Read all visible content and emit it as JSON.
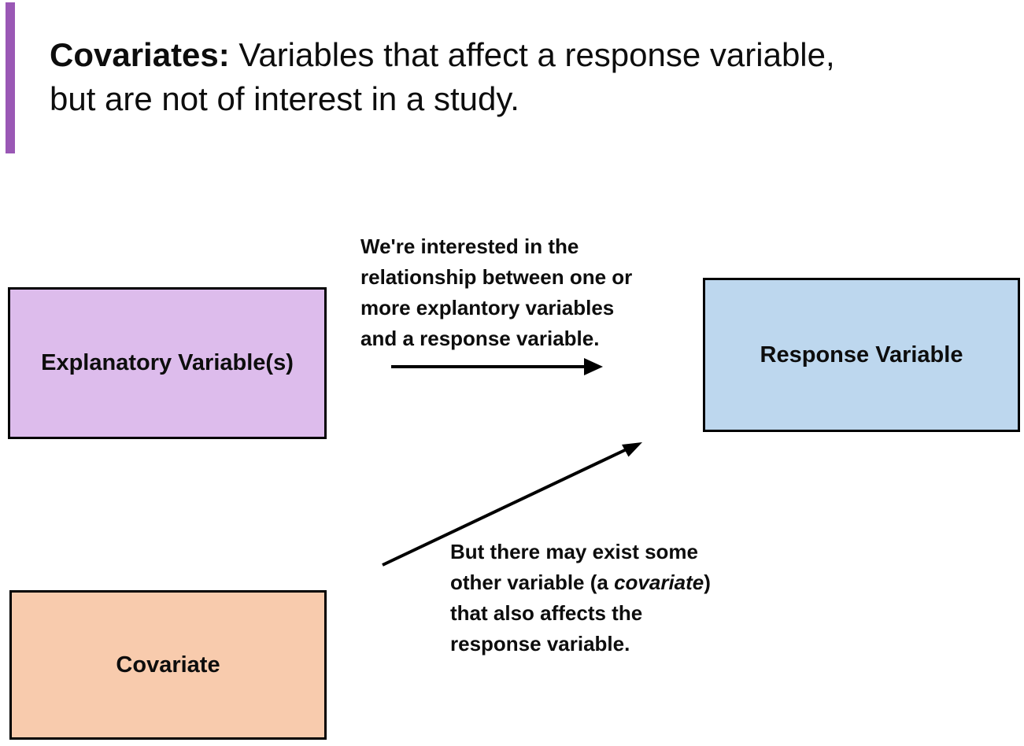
{
  "slide": {
    "accent_color": "#9a58b5",
    "title": {
      "term": "Covariates:",
      "definition_line1": " Variables that affect a response variable,",
      "definition_line2": "but are not of interest in a study."
    },
    "boxes": {
      "explanatory": {
        "label": "Explanatory Variable(s)",
        "fill": "#ddbcec"
      },
      "response": {
        "label": "Response Variable",
        "fill": "#bdd7ee"
      },
      "covariate": {
        "label": "Covariate",
        "fill": "#f8cbad"
      }
    },
    "annotations": {
      "interest": {
        "line1": "We're interested in the",
        "line2": "relationship between one or",
        "line3": "more explantory variables",
        "line4": "and a response variable."
      },
      "covariate_note": {
        "line1": "But there may exist some",
        "line2_pre": "other variable (a ",
        "line2_italic": "covariate",
        "line2_post": ")",
        "line3": "that also affects the",
        "line4": "response variable."
      }
    },
    "arrow_color": "#000000"
  }
}
